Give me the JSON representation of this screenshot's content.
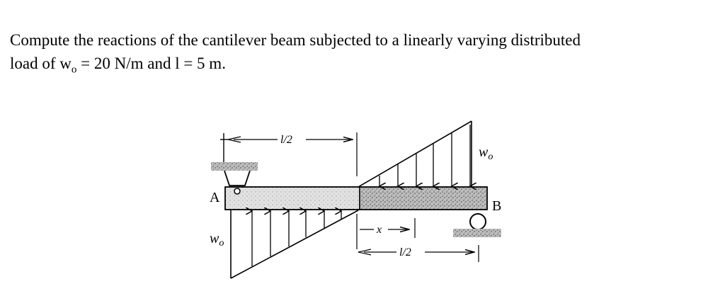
{
  "problem": {
    "line1": "Compute the reactions of the cantilever beam subjected to a linearly varying distributed",
    "line2_prefix": "load of w",
    "line2_sub": "o",
    "line2_suffix": " = 20 N/m and l = 5 m."
  },
  "figure": {
    "label_a": "A",
    "label_b": "B",
    "label_wo_top": "w",
    "label_wo_top_sub": "o",
    "label_wo_bottom": "w",
    "label_wo_bottom_sub": "o",
    "label_half_top": "l/2",
    "label_half_bottom": "l/2",
    "label_x": "x"
  }
}
